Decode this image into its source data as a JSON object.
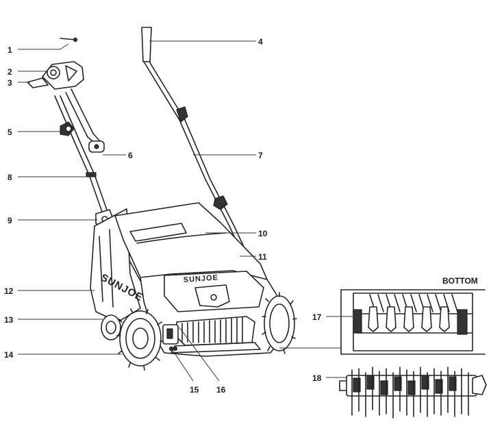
{
  "brand_text": "SUNJOE",
  "detail_heading": "BOTTOM",
  "callouts": [
    {
      "id": "c1",
      "number": "1"
    },
    {
      "id": "c2",
      "number": "2"
    },
    {
      "id": "c3",
      "number": "3"
    },
    {
      "id": "c4",
      "number": "4"
    },
    {
      "id": "c5",
      "number": "5"
    },
    {
      "id": "c6",
      "number": "6"
    },
    {
      "id": "c7",
      "number": "7"
    },
    {
      "id": "c8",
      "number": "8"
    },
    {
      "id": "c9",
      "number": "9"
    },
    {
      "id": "c10",
      "number": "10"
    },
    {
      "id": "c11",
      "number": "11"
    },
    {
      "id": "c12",
      "number": "12"
    },
    {
      "id": "c13",
      "number": "13"
    },
    {
      "id": "c14",
      "number": "14"
    },
    {
      "id": "c15",
      "number": "15"
    },
    {
      "id": "c16",
      "number": "16"
    },
    {
      "id": "c17",
      "number": "17"
    },
    {
      "id": "c18",
      "number": "18"
    }
  ]
}
